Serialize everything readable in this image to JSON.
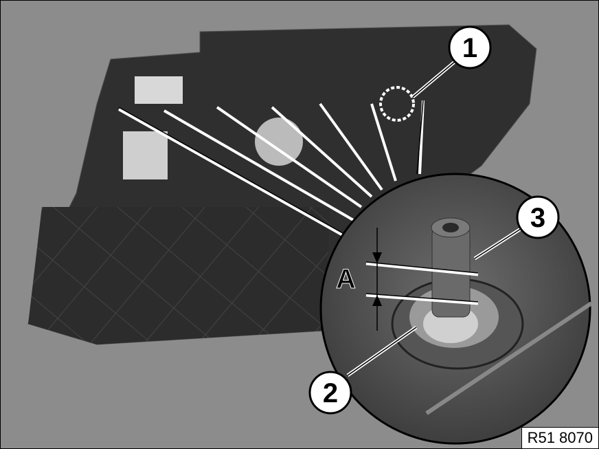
{
  "callouts": {
    "one": "1",
    "two": "2",
    "three": "3"
  },
  "dimension_label": "A",
  "reference_code": "R51 8070",
  "colors": {
    "background": "#8c8c8c",
    "panel": "#2e2e2e",
    "lines": "#ffffff"
  }
}
